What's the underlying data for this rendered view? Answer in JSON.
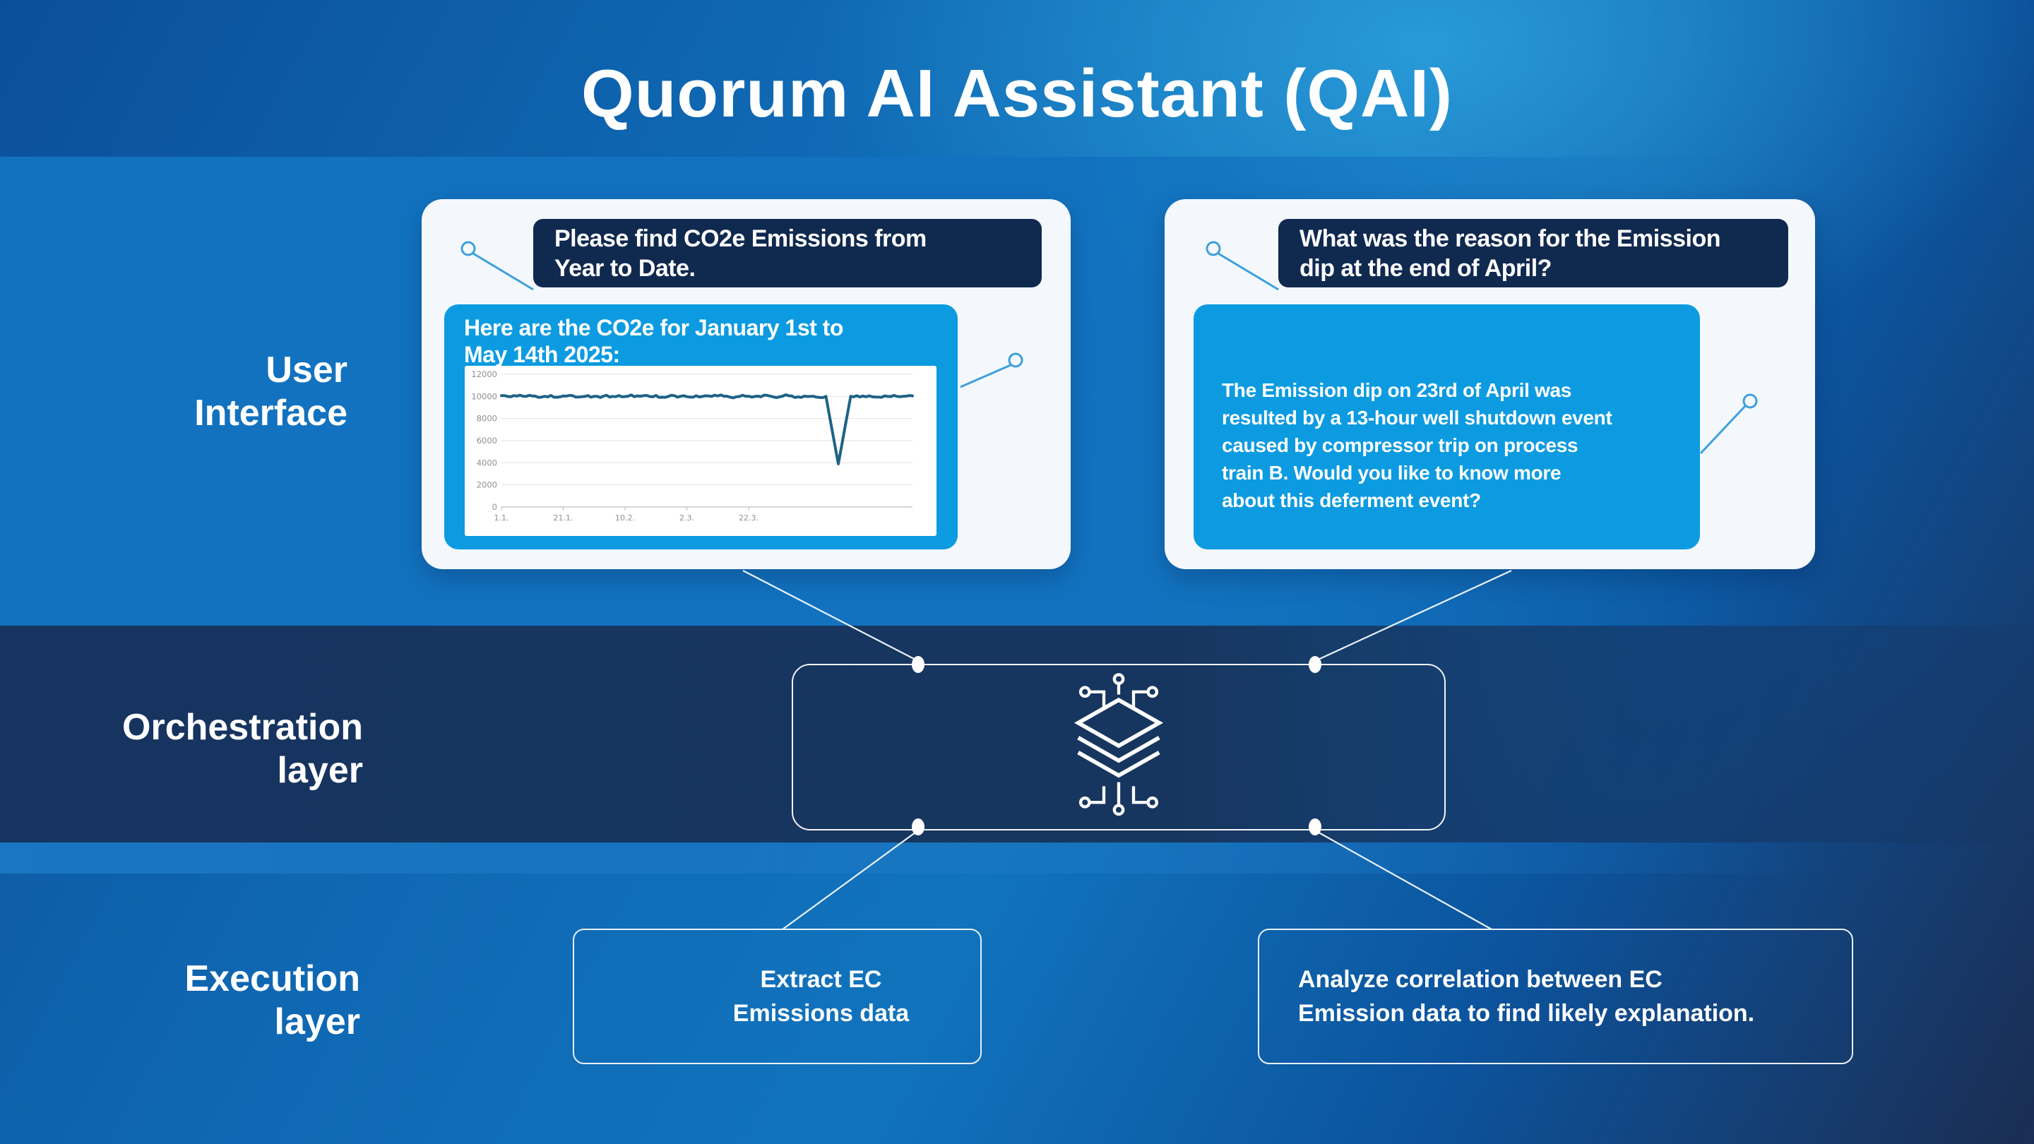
{
  "header": {
    "title": "Quorum AI Assistant (QAI)"
  },
  "layers": {
    "ui": {
      "label": "User\nInterface"
    },
    "orchestration": {
      "label": "Orchestration\nlayer"
    },
    "execution": {
      "label": "Execution\nlayer"
    }
  },
  "cards": {
    "left": {
      "user_message": "Please find CO2e Emissions from\nYear to Date.",
      "assistant_heading": "Here are the CO2e for January 1st to\nMay 14th 2025:"
    },
    "right": {
      "user_message": "What was the reason for the Emission\ndip at the end of April?",
      "assistant_message": "The Emission dip on 23rd of April was\nresulted by a 13-hour well shutdown event\ncaused by compressor trip on process\ntrain B. Would you like to know more\nabout this deferment event?"
    }
  },
  "orchestration": {
    "icon": "layers-circuit-icon"
  },
  "execution": {
    "boxes": [
      {
        "label": "Extract EC\nEmissions data"
      },
      {
        "label": "Analyze correlation between EC\nEmission data to find likely explanation."
      }
    ]
  },
  "colors": {
    "accent_bubble_blue": "#0c9be1",
    "bubble_navy": "#10294f",
    "band_navy": "#16345f",
    "band_blue": "#1272bf",
    "card_white": "#f4f8fc",
    "chart_line": "#1e6285",
    "callout_line_blue": "#3da0db"
  },
  "chart_data": {
    "type": "line",
    "title": "CO2e emissions, January 1st to May 14th 2025 (daily)",
    "xlabel": "",
    "ylabel": "",
    "ylim": [
      0,
      12000
    ],
    "y_ticks": [
      0,
      2000,
      4000,
      6000,
      8000,
      10000,
      12000
    ],
    "x_tick_labels": [
      "1.1.",
      "21.1.",
      "10.2.",
      "2.3.",
      "22.3."
    ],
    "x_tick_days": [
      1,
      21,
      41,
      61,
      81
    ],
    "n_days": 134,
    "baseline_value": 10000,
    "noise_amplitude": 130,
    "dip": {
      "start_day": 106,
      "bottom_day": 110,
      "end_day": 114,
      "min_value": 3900
    },
    "grid": true,
    "legend": false,
    "line_color": "#1e6285",
    "grid_color": "#e2e2e2",
    "axis_color": "#c8c8c8",
    "tick_label_color": "#8f8f8f"
  }
}
